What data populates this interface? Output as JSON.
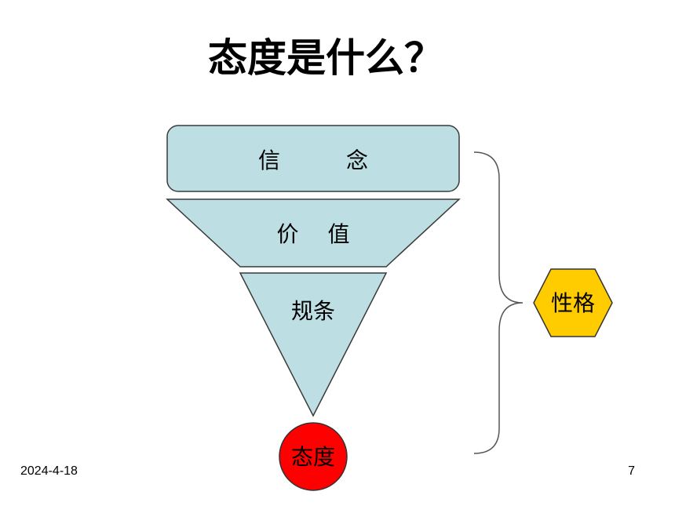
{
  "slide": {
    "title": "态度是什么？",
    "date": "2024-4-18",
    "page_number": "7"
  },
  "diagram": {
    "layer_belief": "信　　　念",
    "layer_value": "价　 值",
    "layer_rule": "规条",
    "attitude": "态度",
    "personality": "性格",
    "colors": {
      "layer_fill": "#bddfe3",
      "layer_stroke": "#3a3a3a",
      "attitude_fill": "#ff0000",
      "personality_fill": "#ffcc00",
      "brace_stroke": "#555555"
    }
  }
}
